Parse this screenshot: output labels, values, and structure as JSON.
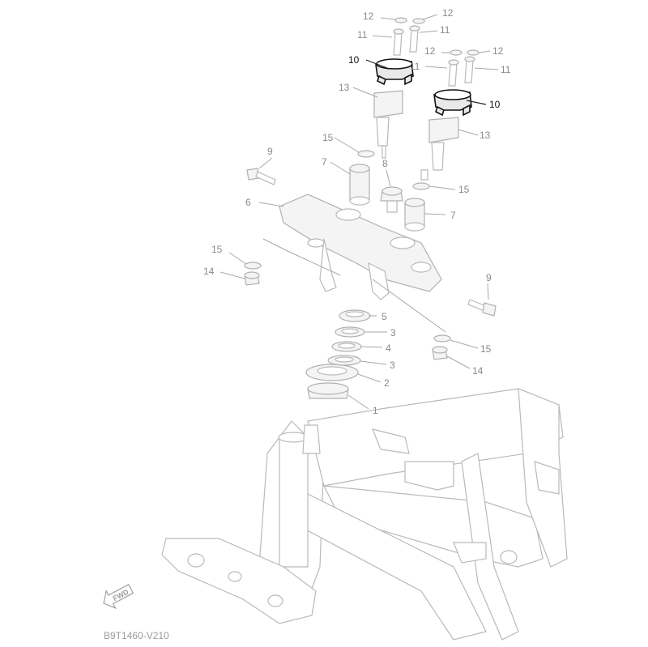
{
  "diagram": {
    "drawing_code": "B9T1460-V210",
    "direction_arrow": "FWD",
    "highlighted_part": "10",
    "callouts": {
      "c1": "1",
      "c2": "2",
      "c3a": "3",
      "c3b": "3",
      "c4": "4",
      "c5": "5",
      "c6": "6",
      "c7a": "7",
      "c7b": "7",
      "c8": "8",
      "c9a": "9",
      "c9b": "9",
      "c10a": "10",
      "c10b": "10",
      "c11a": "11",
      "c11b": "11",
      "c11c": "11",
      "c11d": "11",
      "c12a": "12",
      "c12b": "12",
      "c12c": "12",
      "c12d": "12",
      "c13a": "13",
      "c13b": "13",
      "c14a": "14",
      "c14b": "14",
      "c15a": "15",
      "c15b": "15",
      "c15c": "15",
      "c15d": "15"
    }
  }
}
